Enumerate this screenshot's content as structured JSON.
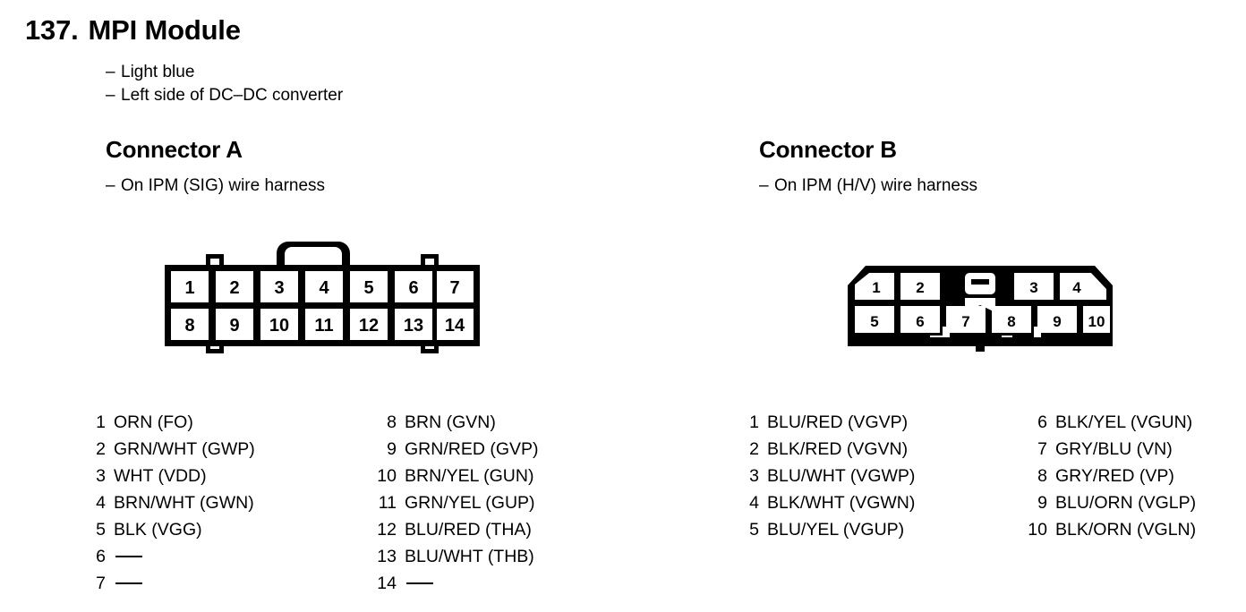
{
  "document": {
    "section_number": "137.",
    "section_title": "MPI Module",
    "notes": [
      "Light blue",
      "Left side of DC–DC converter"
    ],
    "dash": "–",
    "empty_pin": "—"
  },
  "connectors": [
    {
      "id": "connector-a",
      "title": "Connector A",
      "subtitle": "On IPM (SIG) wire harness",
      "housing": {
        "type": "rectangular-14-pin",
        "rows": [
          [
            "1",
            "2",
            "3",
            "4",
            "5",
            "6",
            "7"
          ],
          [
            "8",
            "9",
            "10",
            "11",
            "12",
            "13",
            "14"
          ]
        ]
      },
      "pins_left": [
        {
          "num": "1",
          "value": "ORN (FO)"
        },
        {
          "num": "2",
          "value": "GRN/WHT (GWP)"
        },
        {
          "num": "3",
          "value": "WHT (VDD)"
        },
        {
          "num": "4",
          "value": "BRN/WHT (GWN)"
        },
        {
          "num": "5",
          "value": "BLK (VGG)"
        },
        {
          "num": "6",
          "value": ""
        },
        {
          "num": "7",
          "value": ""
        }
      ],
      "pins_right": [
        {
          "num": "8",
          "value": "BRN (GVN)"
        },
        {
          "num": "9",
          "value": "GRN/RED (GVP)"
        },
        {
          "num": "10",
          "value": "BRN/YEL (GUN)"
        },
        {
          "num": "11",
          "value": "GRN/YEL (GUP)"
        },
        {
          "num": "12",
          "value": "BLU/RED (THA)"
        },
        {
          "num": "13",
          "value": "BLU/WHT (THB)"
        },
        {
          "num": "14",
          "value": ""
        }
      ]
    },
    {
      "id": "connector-b",
      "title": "Connector B",
      "subtitle": "On IPM (H/V) wire harness",
      "housing": {
        "type": "chamfered-10-pin",
        "rows": [
          [
            "1",
            "2",
            "3",
            "4"
          ],
          [
            "5",
            "6",
            "7",
            "8",
            "9",
            "10"
          ]
        ]
      },
      "pins_left": [
        {
          "num": "1",
          "value": "BLU/RED (VGVP)"
        },
        {
          "num": "2",
          "value": "BLK/RED (VGVN)"
        },
        {
          "num": "3",
          "value": "BLU/WHT (VGWP)"
        },
        {
          "num": "4",
          "value": "BLK/WHT (VGWN)"
        },
        {
          "num": "5",
          "value": "BLU/YEL (VGUP)"
        }
      ],
      "pins_right": [
        {
          "num": "6",
          "value": "BLK/YEL (VGUN)"
        },
        {
          "num": "7",
          "value": "GRY/BLU (VN)"
        },
        {
          "num": "8",
          "value": "GRY/RED (VP)"
        },
        {
          "num": "9",
          "value": "BLU/ORN (VGLP)"
        },
        {
          "num": "10",
          "value": "BLK/ORN (VGLN)"
        }
      ]
    }
  ],
  "colors": {
    "ink": "#000000",
    "paper": "#ffffff"
  }
}
